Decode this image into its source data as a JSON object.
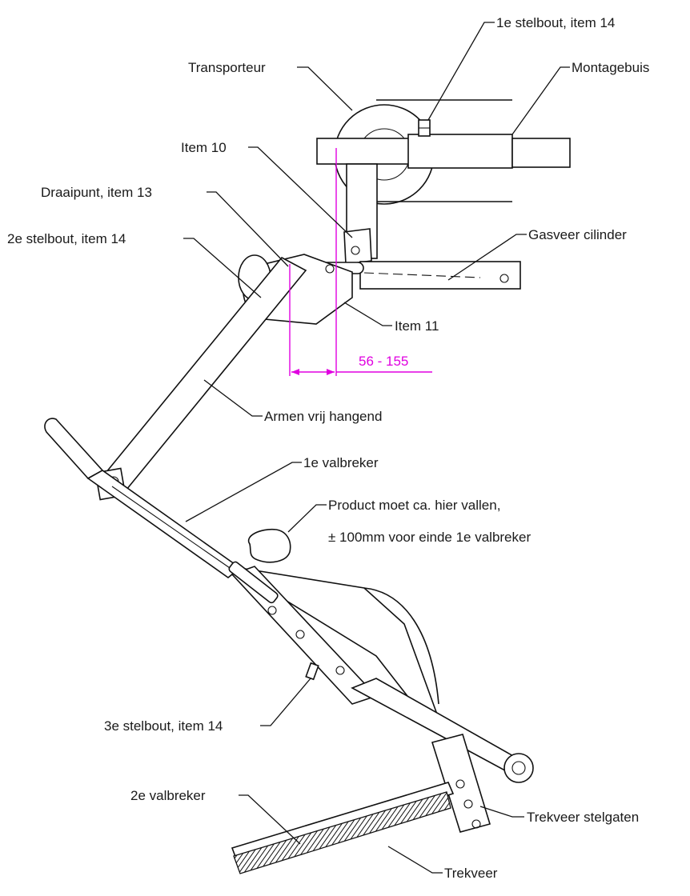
{
  "labels": {
    "stelbout1": "1e stelbout, item 14",
    "transporteur": "Transporteur",
    "montagebuis": "Montagebuis",
    "item10": "Item 10",
    "draaipunt": "Draaipunt, item 13",
    "stelbout2": "2e stelbout, item 14",
    "gasveer": "Gasveer cilinder",
    "item11": "Item 11",
    "dimension": "56 - 155",
    "armen": "Armen vrij hangend",
    "valbreker1": "1e valbreker",
    "product_line1": "Product moet ca. hier vallen,",
    "product_line2": "± 100mm voor einde 1e valbreker",
    "stelbout3": "3e stelbout, item 14",
    "valbreker2": "2e valbreker",
    "trekveer_stelgaten": "Trekveer stelgaten",
    "trekveer": "Trekveer"
  },
  "colors": {
    "line": "#111111",
    "dimension": "#e000e0"
  }
}
